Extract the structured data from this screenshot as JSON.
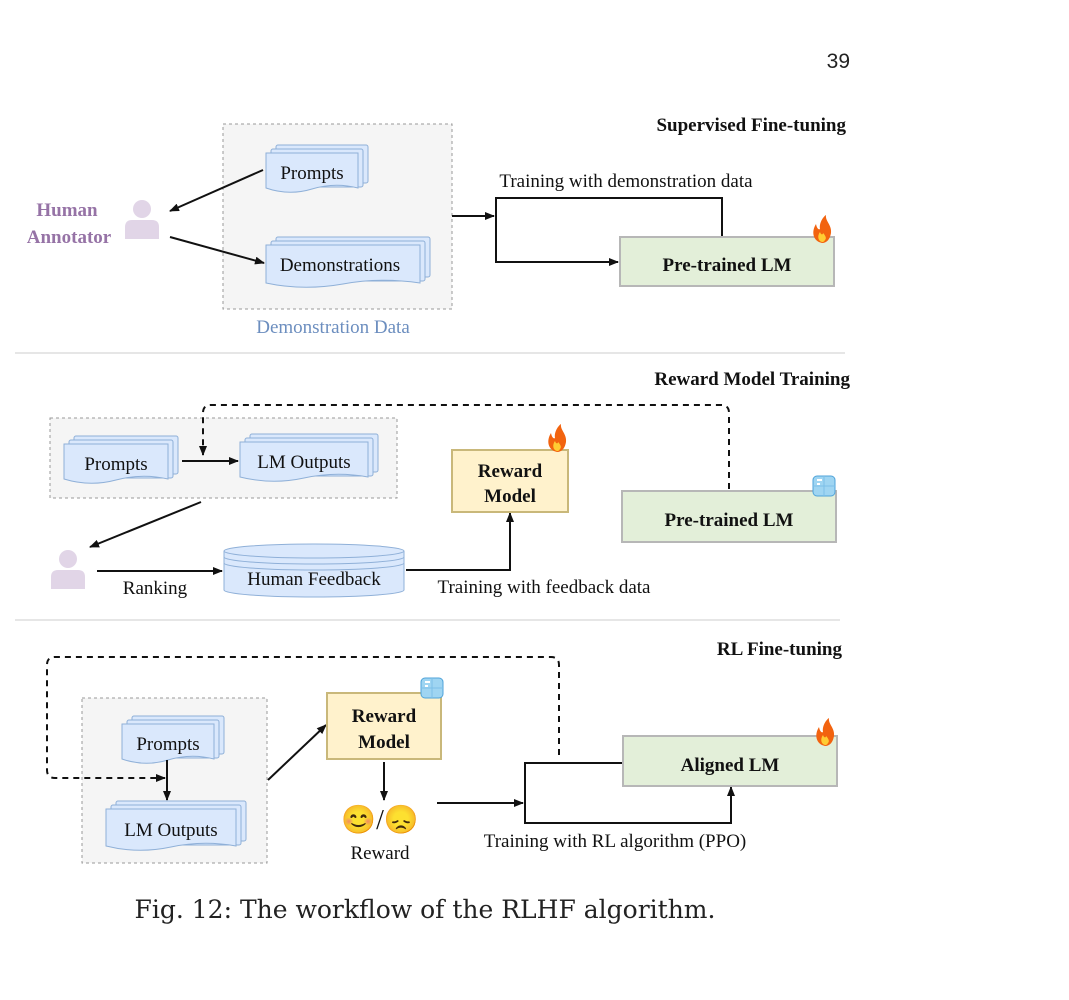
{
  "page_number": "39",
  "caption": "Fig. 12: The workflow of the RLHF algorithm.",
  "sft": {
    "title": "Supervised Fine-tuning",
    "human_label_line1": "Human",
    "human_label_line2": "Annotator",
    "prompts": "Prompts",
    "demonstrations": "Demonstrations",
    "data_box_label": "Demonstration Data",
    "training_label": "Training with demonstration data",
    "model": "Pre-trained LM",
    "model_status_icon": "fire-icon"
  },
  "rm": {
    "title": "Reward Model Training",
    "prompts": "Prompts",
    "lm_outputs": "LM Outputs",
    "ranking_label": "Ranking",
    "human_feedback": "Human Feedback",
    "training_label": "Training with feedback data",
    "reward_model_line1": "Reward",
    "reward_model_line2": "Model",
    "reward_model_status_icon": "fire-icon",
    "frozen_model": "Pre-trained LM",
    "frozen_model_status_icon": "ice-icon"
  },
  "rl": {
    "title": "RL Fine-tuning",
    "prompts": "Prompts",
    "lm_outputs": "LM Outputs",
    "reward_model_line1": "Reward",
    "reward_model_line2": "Model",
    "reward_model_status_icon": "ice-icon",
    "reward_glyphs": "😊/😞",
    "reward_label": "Reward",
    "training_label": "Training with RL algorithm (PPO)",
    "aligned_model": "Aligned LM",
    "aligned_model_status_icon": "fire-icon"
  },
  "colors": {
    "doc_fill": "#dae8fc",
    "doc_stroke": "#8fb0d8",
    "model_fill": "#e3efd9",
    "model_stroke": "#b7b7b7",
    "reward_fill": "#fff2cc",
    "reward_stroke": "#c9b87a",
    "person": "#e1d5e7",
    "human_text": "#9673a6",
    "data_label": "#6c8ebf"
  }
}
